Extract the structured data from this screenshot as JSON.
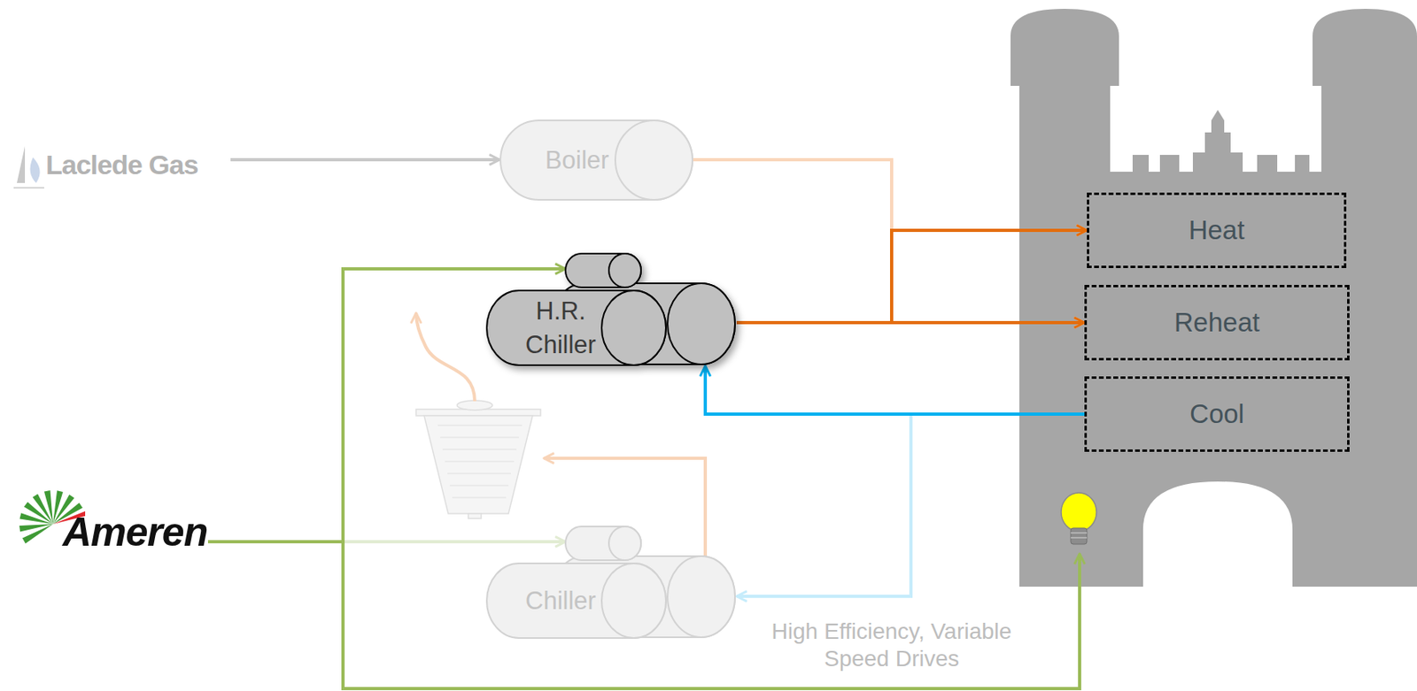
{
  "diagram": {
    "nodes": [
      {
        "text": [
          "Laclede Gas"
        ]
      },
      {
        "text": [
          "Boiler"
        ]
      },
      {
        "text": [
          "H.R. Chiller"
        ]
      },
      {
        "text": [
          "Ameren"
        ]
      },
      {
        "text": [
          "Chiller"
        ]
      },
      {
        "text": [
          "Heat"
        ]
      },
      {
        "text": [
          "Reheat"
        ]
      },
      {
        "text": [
          "Cool"
        ]
      }
    ],
    "edges": [
      {
        "from": 0,
        "to": 1,
        "arrow": "to"
      },
      {
        "from": 1,
        "to": 5,
        "arrow": "to"
      },
      {
        "from": 1,
        "to": 6,
        "arrow": "to"
      },
      {
        "from": 2,
        "to": 5,
        "arrow": "to"
      },
      {
        "from": 2,
        "to": 6,
        "arrow": "to"
      },
      {
        "from": 7,
        "to": 2,
        "arrow": "to"
      },
      {
        "from": 7,
        "to": 4,
        "arrow": "to"
      },
      {
        "from": 3,
        "to": 2,
        "arrow": "to"
      },
      {
        "from": 3,
        "to": 4,
        "arrow": "to"
      }
    ],
    "labels": [
      "High Efficiency, Variable Speed Drives"
    ]
  }
}
